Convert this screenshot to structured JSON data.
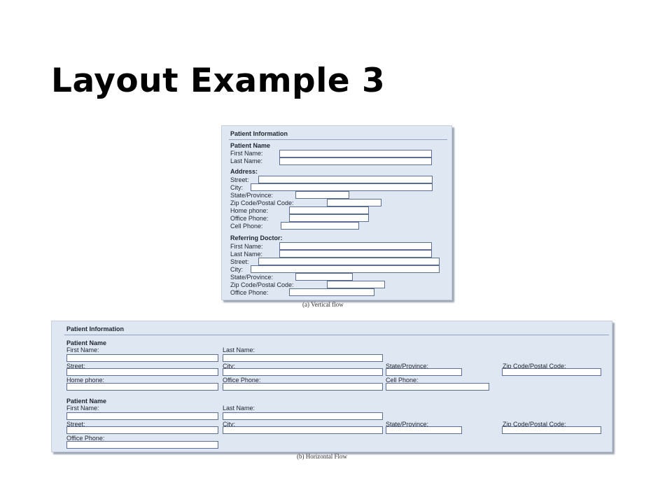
{
  "slide": {
    "title": "Layout Example 3"
  },
  "vertical_form": {
    "header": "Patient Information",
    "caption": "(a) Vertical flow",
    "patient_name_title": "Patient Name",
    "first_name": "First Name:",
    "last_name": "Last Name:",
    "address_title": "Address:",
    "street": "Street:",
    "city": "City:",
    "state": "State/Province:",
    "zip": "Zip Code/Postal Code:",
    "home_phone": "Home phone:",
    "office_phone": "Office Phone:",
    "cell_phone": "Cell Phone:",
    "referring_title": "Referring Doctor:",
    "ref_first_name": "First Name:",
    "ref_last_name": "Last Name:",
    "ref_street": "Street:",
    "ref_city": "City:",
    "ref_state": "State/Province:",
    "ref_zip": "Zip Code/Postal Code:",
    "ref_office_phone": "Office Phone:"
  },
  "horizontal_form": {
    "header": "Patient Information",
    "caption": "(b) Horizontal Flow",
    "section1_title": "Patient Name",
    "first_name": "First Name:",
    "last_name": "Last Name:",
    "street": "Street:",
    "city": "City:",
    "state": "State/Province:",
    "zip": "Zip Code/Postal Code:",
    "home_phone": "Home phone:",
    "office_phone": "Office Phone:",
    "cell_phone": "Cell Phone:",
    "section2_title": "Patient Name",
    "s2_first_name": "First Name:",
    "s2_last_name": "Last Name:",
    "s2_street": "Street:",
    "s2_city": "City:",
    "s2_state": "State/Province:",
    "s2_zip": "Zip Code/Postal Code:",
    "s2_office_phone": "Office Phone:"
  }
}
